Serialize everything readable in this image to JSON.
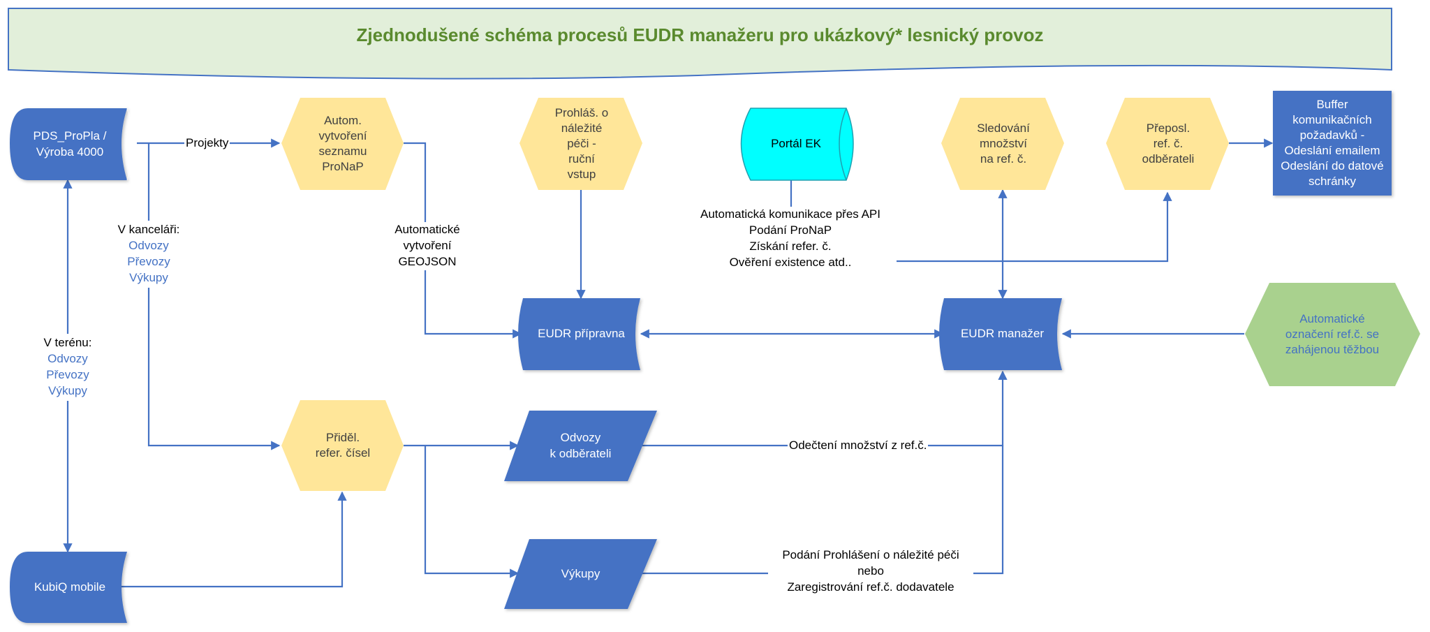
{
  "title": "Zjednodušené schéma procesů EUDR manažeru pro ukázkový* lesnický provoz",
  "colors": {
    "blue": "#4472c4",
    "yellow": "#ffe699",
    "cyan": "#00ffff",
    "green": "#a9d18e",
    "banner": "#e2efda",
    "title_green": "#5a8a2e"
  },
  "nodes": {
    "pds": "PDS_ProPla /\nVýroba 4000",
    "kubiq": "KubiQ mobile",
    "autom": "Autom.\nvytvoření\nseznamu\nProNaP",
    "prohlas": "Prohláš. o\nnáležité\npéči -\nruční\nvstup",
    "portal": "Portál EK",
    "sledovani": "Sledování\nmnožství\nna ref. č.",
    "preposl": "Přeposl.\nref. č.\nodběrateli",
    "buffer": "Buffer\nkomunikačních\npožadavků -\nOdeslání emailem\nOdeslání do datové\nschránky",
    "pripravna": "EUDR přípravna",
    "manazer": "EUDR manažer",
    "auto_oznaceni": "Automatické\noznačení ref.č. se\nzahájenou těžbou",
    "pridel": "Přiděl.\nrefer. čísel",
    "odvozy": "Odvozy\nk odběrateli",
    "vykupy": "Výkupy"
  },
  "labels": {
    "projekty": "Projekty",
    "kancelar_title": "V kanceláři:",
    "kancelar_items": "Odvozy\nPřevozy\nVýkupy",
    "teren_title": "V terénu:",
    "teren_items": "Odvozy\nPřevozy\nVýkupy",
    "geojson": "Automatické\nvytvoření\nGEOJSON",
    "api": "Automatická komunikace přes API\nPodání ProNaP\nZískání refer. č.\nOvěření existence atd..",
    "odecteni": "Odečtení množství z ref.č.",
    "podani": "Podání Prohlášení o náležité péči\nnebo\nZaregistrování ref.č. dodavatele"
  }
}
